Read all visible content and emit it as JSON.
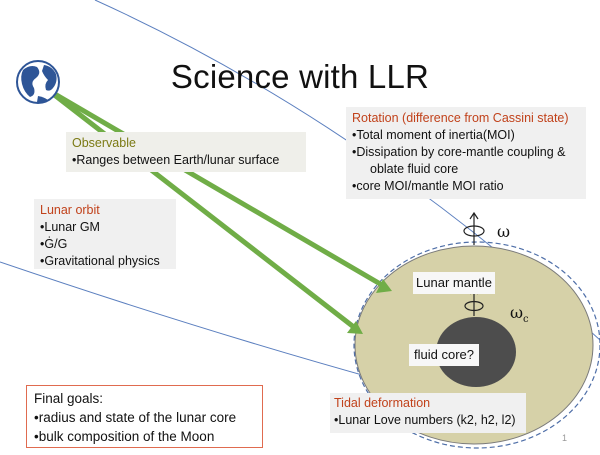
{
  "title": "Science with LLR",
  "observable": {
    "heading": "Observable",
    "items": [
      "•Ranges between Earth/lunar surface"
    ]
  },
  "rotation": {
    "heading": "Rotation (difference from Cassini state)",
    "items": [
      "•Total moment of inertia(MOI)",
      "•Dissipation by core-mantle coupling &",
      "oblate fluid core",
      "•core MOI/mantle MOI ratio"
    ]
  },
  "lunar_orbit": {
    "heading": "Lunar orbit",
    "items": [
      "•Lunar  GM",
      "•Ġ/G",
      "•Gravitational physics"
    ]
  },
  "moon": {
    "mantle_label": "Lunar mantle",
    "core_label": "fluid core?",
    "omega": "ω",
    "omega_c": "ωc"
  },
  "tidal": {
    "heading": "Tidal deformation",
    "items": [
      "•Lunar Love numbers (k2, h2, l2)"
    ]
  },
  "goals": {
    "heading": "Final goals:",
    "items": [
      "•radius and state of the lunar core",
      "•bulk composition of the Moon"
    ]
  },
  "page_number": "1",
  "colors": {
    "beam": "#70ad47",
    "orbit_line": "#5b7fbf",
    "moon_fill": "#d6d1a8",
    "moon_outline": "#4f6fa8",
    "core": "#4d4d4d",
    "heading_red": "#c1421b",
    "heading_olive": "#7b7a14",
    "earth": "#2e5597"
  }
}
